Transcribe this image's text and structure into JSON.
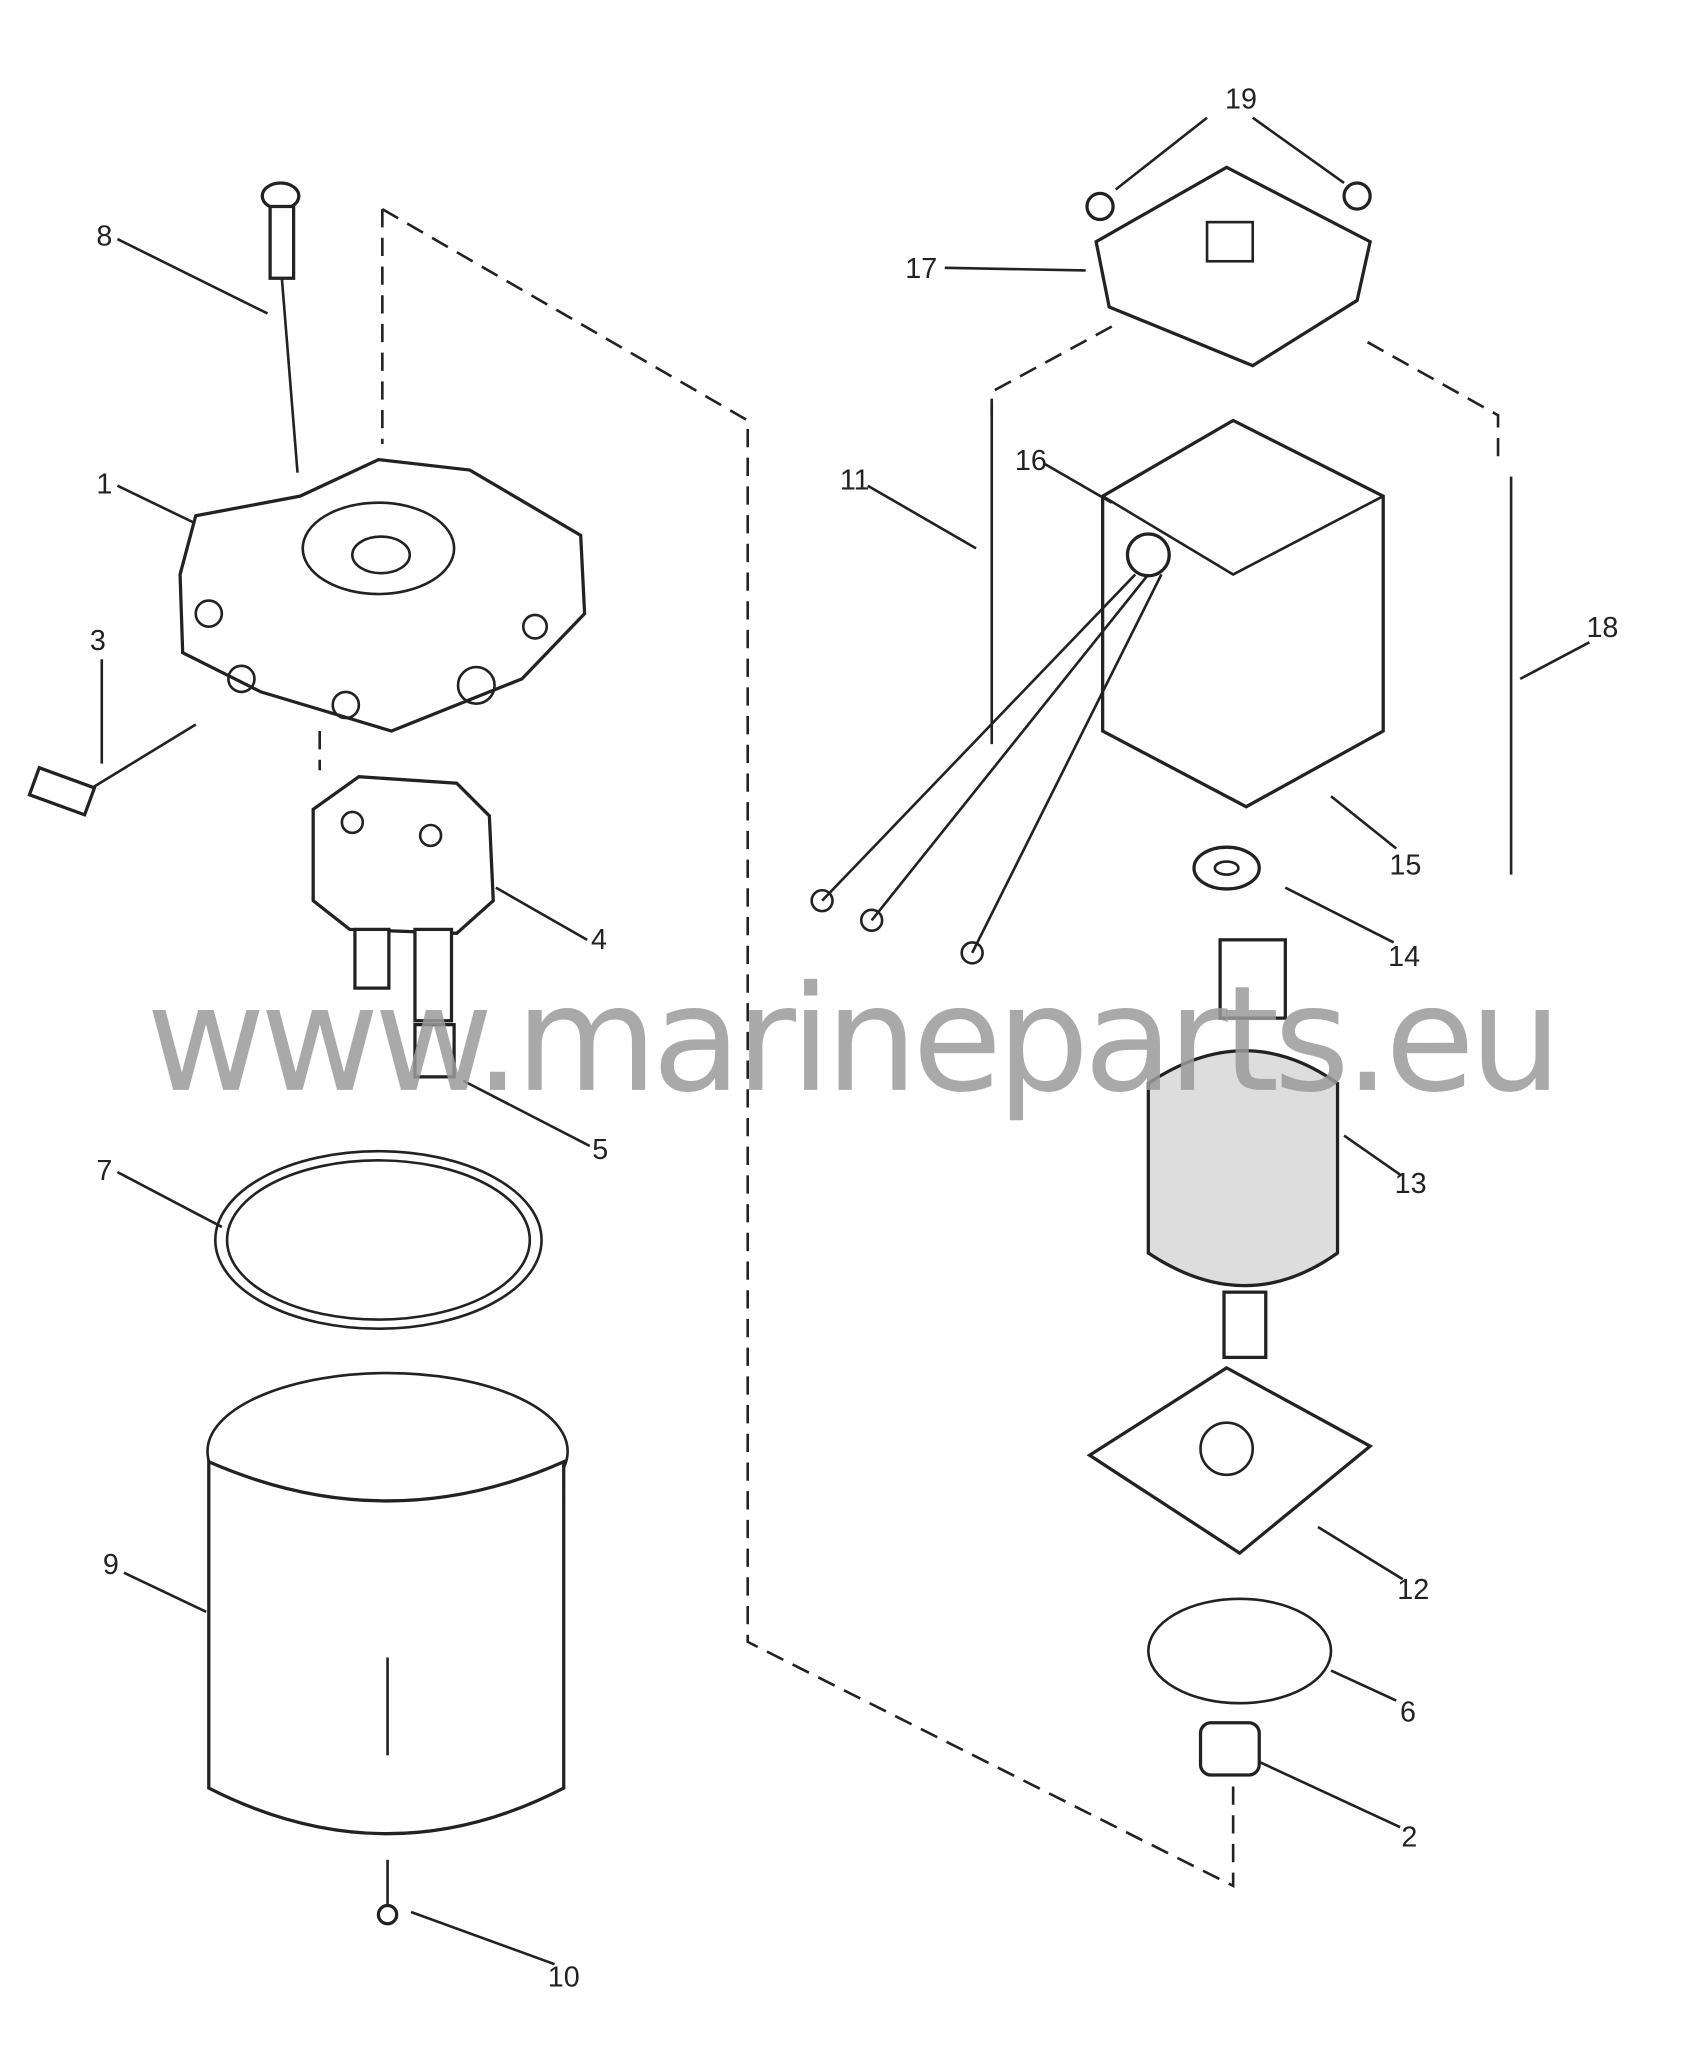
{
  "watermark": "www.marineparts.eu",
  "callouts": [
    {
      "id": "1",
      "label": "1"
    },
    {
      "id": "2",
      "label": "2"
    },
    {
      "id": "3",
      "label": "3"
    },
    {
      "id": "4",
      "label": "4"
    },
    {
      "id": "5",
      "label": "5"
    },
    {
      "id": "6",
      "label": "6"
    },
    {
      "id": "7",
      "label": "7"
    },
    {
      "id": "8",
      "label": "8"
    },
    {
      "id": "9",
      "label": "9"
    },
    {
      "id": "10",
      "label": "10"
    },
    {
      "id": "11",
      "label": "11"
    },
    {
      "id": "12",
      "label": "12"
    },
    {
      "id": "13",
      "label": "13"
    },
    {
      "id": "14",
      "label": "14"
    },
    {
      "id": "15",
      "label": "15"
    },
    {
      "id": "16",
      "label": "16"
    },
    {
      "id": "17",
      "label": "17"
    },
    {
      "id": "18",
      "label": "18"
    },
    {
      "id": "19",
      "label": "19"
    }
  ]
}
